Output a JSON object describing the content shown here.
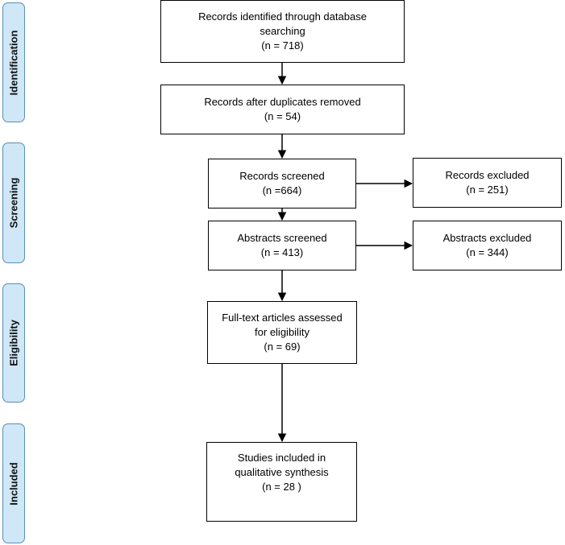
{
  "phases": [
    {
      "id": "identification",
      "label": "Identification"
    },
    {
      "id": "screening",
      "label": "Screening"
    },
    {
      "id": "eligibility",
      "label": "Eligibility"
    },
    {
      "id": "included",
      "label": "Included"
    }
  ],
  "boxes": {
    "identified": {
      "lines": [
        "Records identified through database",
        "searching",
        "(n = 718)"
      ]
    },
    "after_duplicates": {
      "lines": [
        "Records after duplicates removed",
        "(n = 54)"
      ]
    },
    "screened": {
      "lines": [
        "Records screened",
        "(n =664)"
      ]
    },
    "excluded": {
      "lines": [
        "Records excluded",
        "(n = 251)"
      ]
    },
    "abstracts_screened": {
      "lines": [
        "Abstracts screened",
        "(n = 413)"
      ]
    },
    "abstracts_excluded": {
      "lines": [
        "Abstracts excluded",
        "(n = 344)"
      ]
    },
    "fulltext": {
      "lines": [
        "Full-text articles assessed",
        "for eligibility",
        "(n = 69)"
      ]
    },
    "included": {
      "lines": [
        "Studies included in",
        "qualitative synthesis",
        "(n = 28 )"
      ]
    }
  }
}
